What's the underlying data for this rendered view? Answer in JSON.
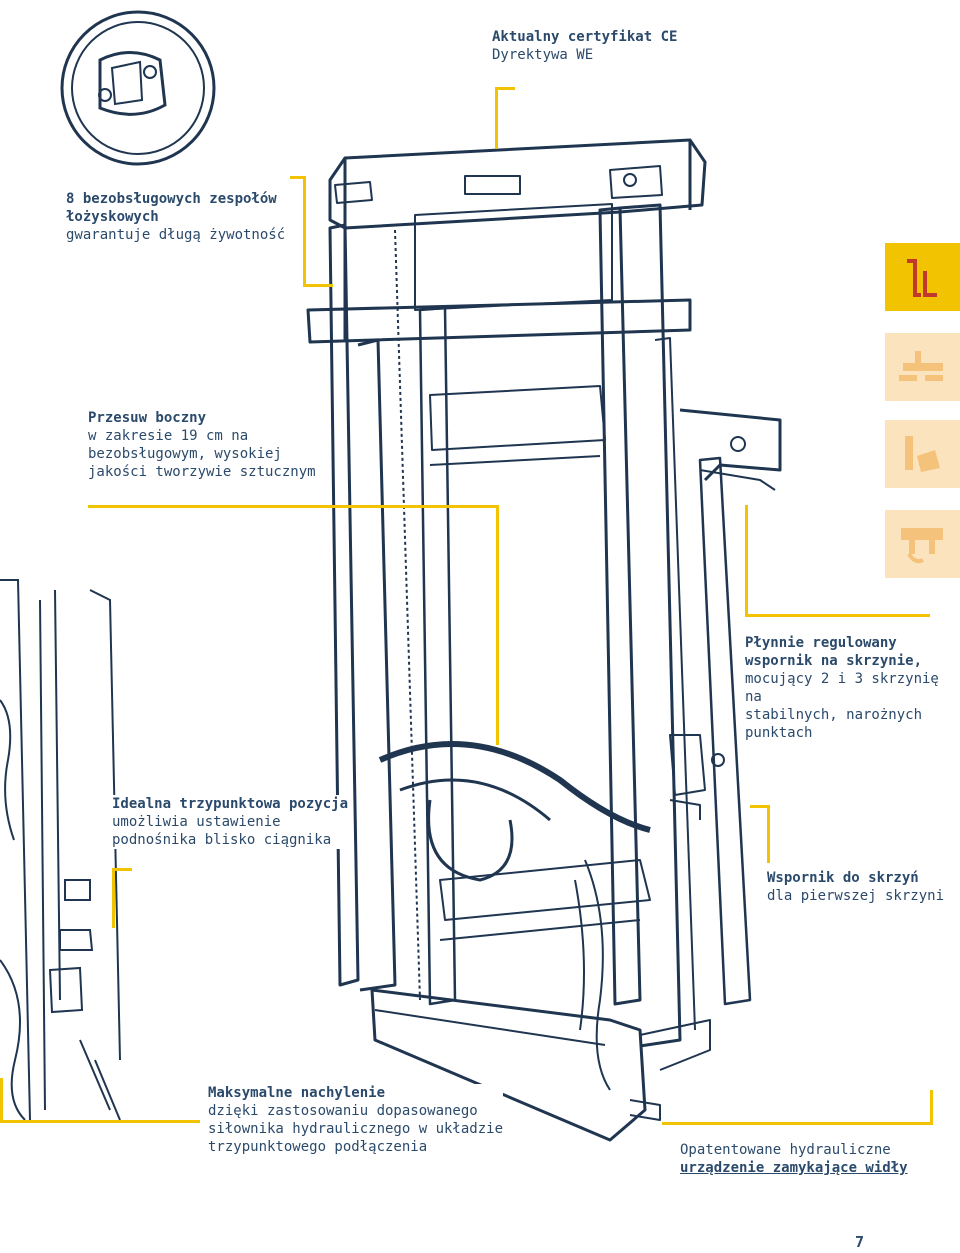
{
  "colors": {
    "accent": "#f2c300",
    "tab_light": "#fbe3bd",
    "tab_icon_active": "#c0392b",
    "tab_icon_light": "#f4c27a",
    "text": "#2b4a6b",
    "line_art": "#1f3550"
  },
  "callouts": {
    "ce": {
      "title": "Aktualny certyfikat CE",
      "body": "Dyrektywa WE"
    },
    "bearings": {
      "title_1": "8 bezobsługowych zespołów",
      "title_2": "łożyskowych",
      "body": "gwarantuje długą żywotność"
    },
    "sideshift": {
      "title": "Przesuw boczny",
      "line1": "w zakresie 19 cm na",
      "line2": "bezobsługowym, wysokiej",
      "line3": "jakości tworzywie sztucznym"
    },
    "crate_support": {
      "title_1": "Płynnie regulowany",
      "title_2": "wspornik na skrzynie,",
      "line1": "mocujący 2 i 3 skrzynię na",
      "line2": "stabilnych, narożnych",
      "line3": "punktach"
    },
    "three_point": {
      "title": "Idealna trzypunktowa pozycja",
      "line1": "umożliwia ustawienie",
      "line2": "podnośnika blisko ciągnika"
    },
    "first_crate": {
      "title": "Wspornik do skrzyń",
      "body": "dla pierwszej skrzyni"
    },
    "tilt": {
      "title": "Maksymalne nachylenie",
      "line1": "dzięki zastosowaniu dopasowanego",
      "line2": "siłownika hydraulicznego w układzie",
      "line3": "trzypunktowego podłączenia"
    },
    "fork_lock": {
      "line1": "Opatentowane hydrauliczne",
      "line2": "urządzenie zamykające widły"
    }
  },
  "tabs": [
    {
      "icon": "lift-icon",
      "state": "active"
    },
    {
      "icon": "platform-icon",
      "state": "inactive"
    },
    {
      "icon": "tilt-icon",
      "state": "inactive"
    },
    {
      "icon": "clamp-icon",
      "state": "inactive"
    }
  ],
  "page_number": "7"
}
